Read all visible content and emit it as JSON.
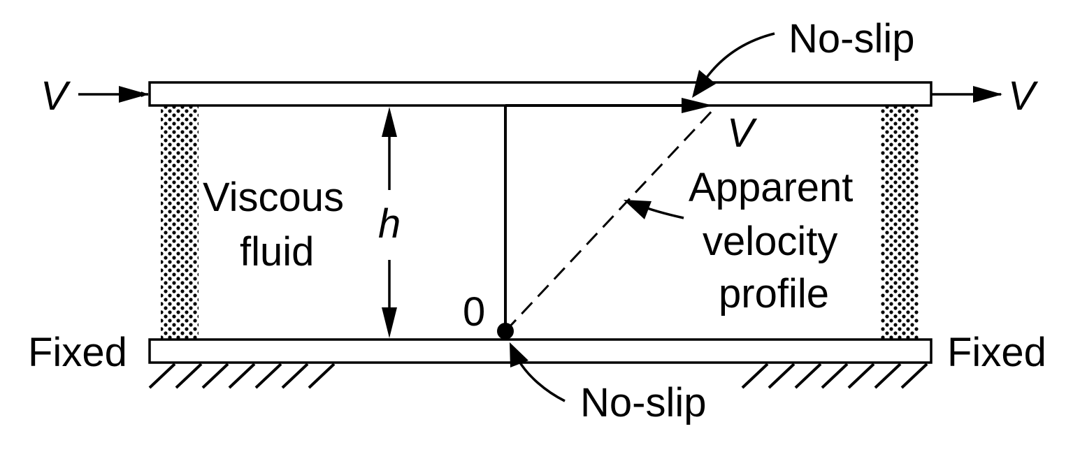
{
  "labels": {
    "velocity_in": "V",
    "velocity_out": "V",
    "velocity_top": "V",
    "no_slip_top": "No-slip",
    "no_slip_bottom": "No-slip",
    "viscous_line1": "Viscous",
    "viscous_line2": "fluid",
    "gap_height": "h",
    "zero_point": "0",
    "profile_line1": "Apparent",
    "profile_line2": "velocity",
    "profile_line3": "profile",
    "fixed_left": "Fixed",
    "fixed_right": "Fixed"
  },
  "colors": {
    "ink": "#000000",
    "background": "#ffffff"
  }
}
